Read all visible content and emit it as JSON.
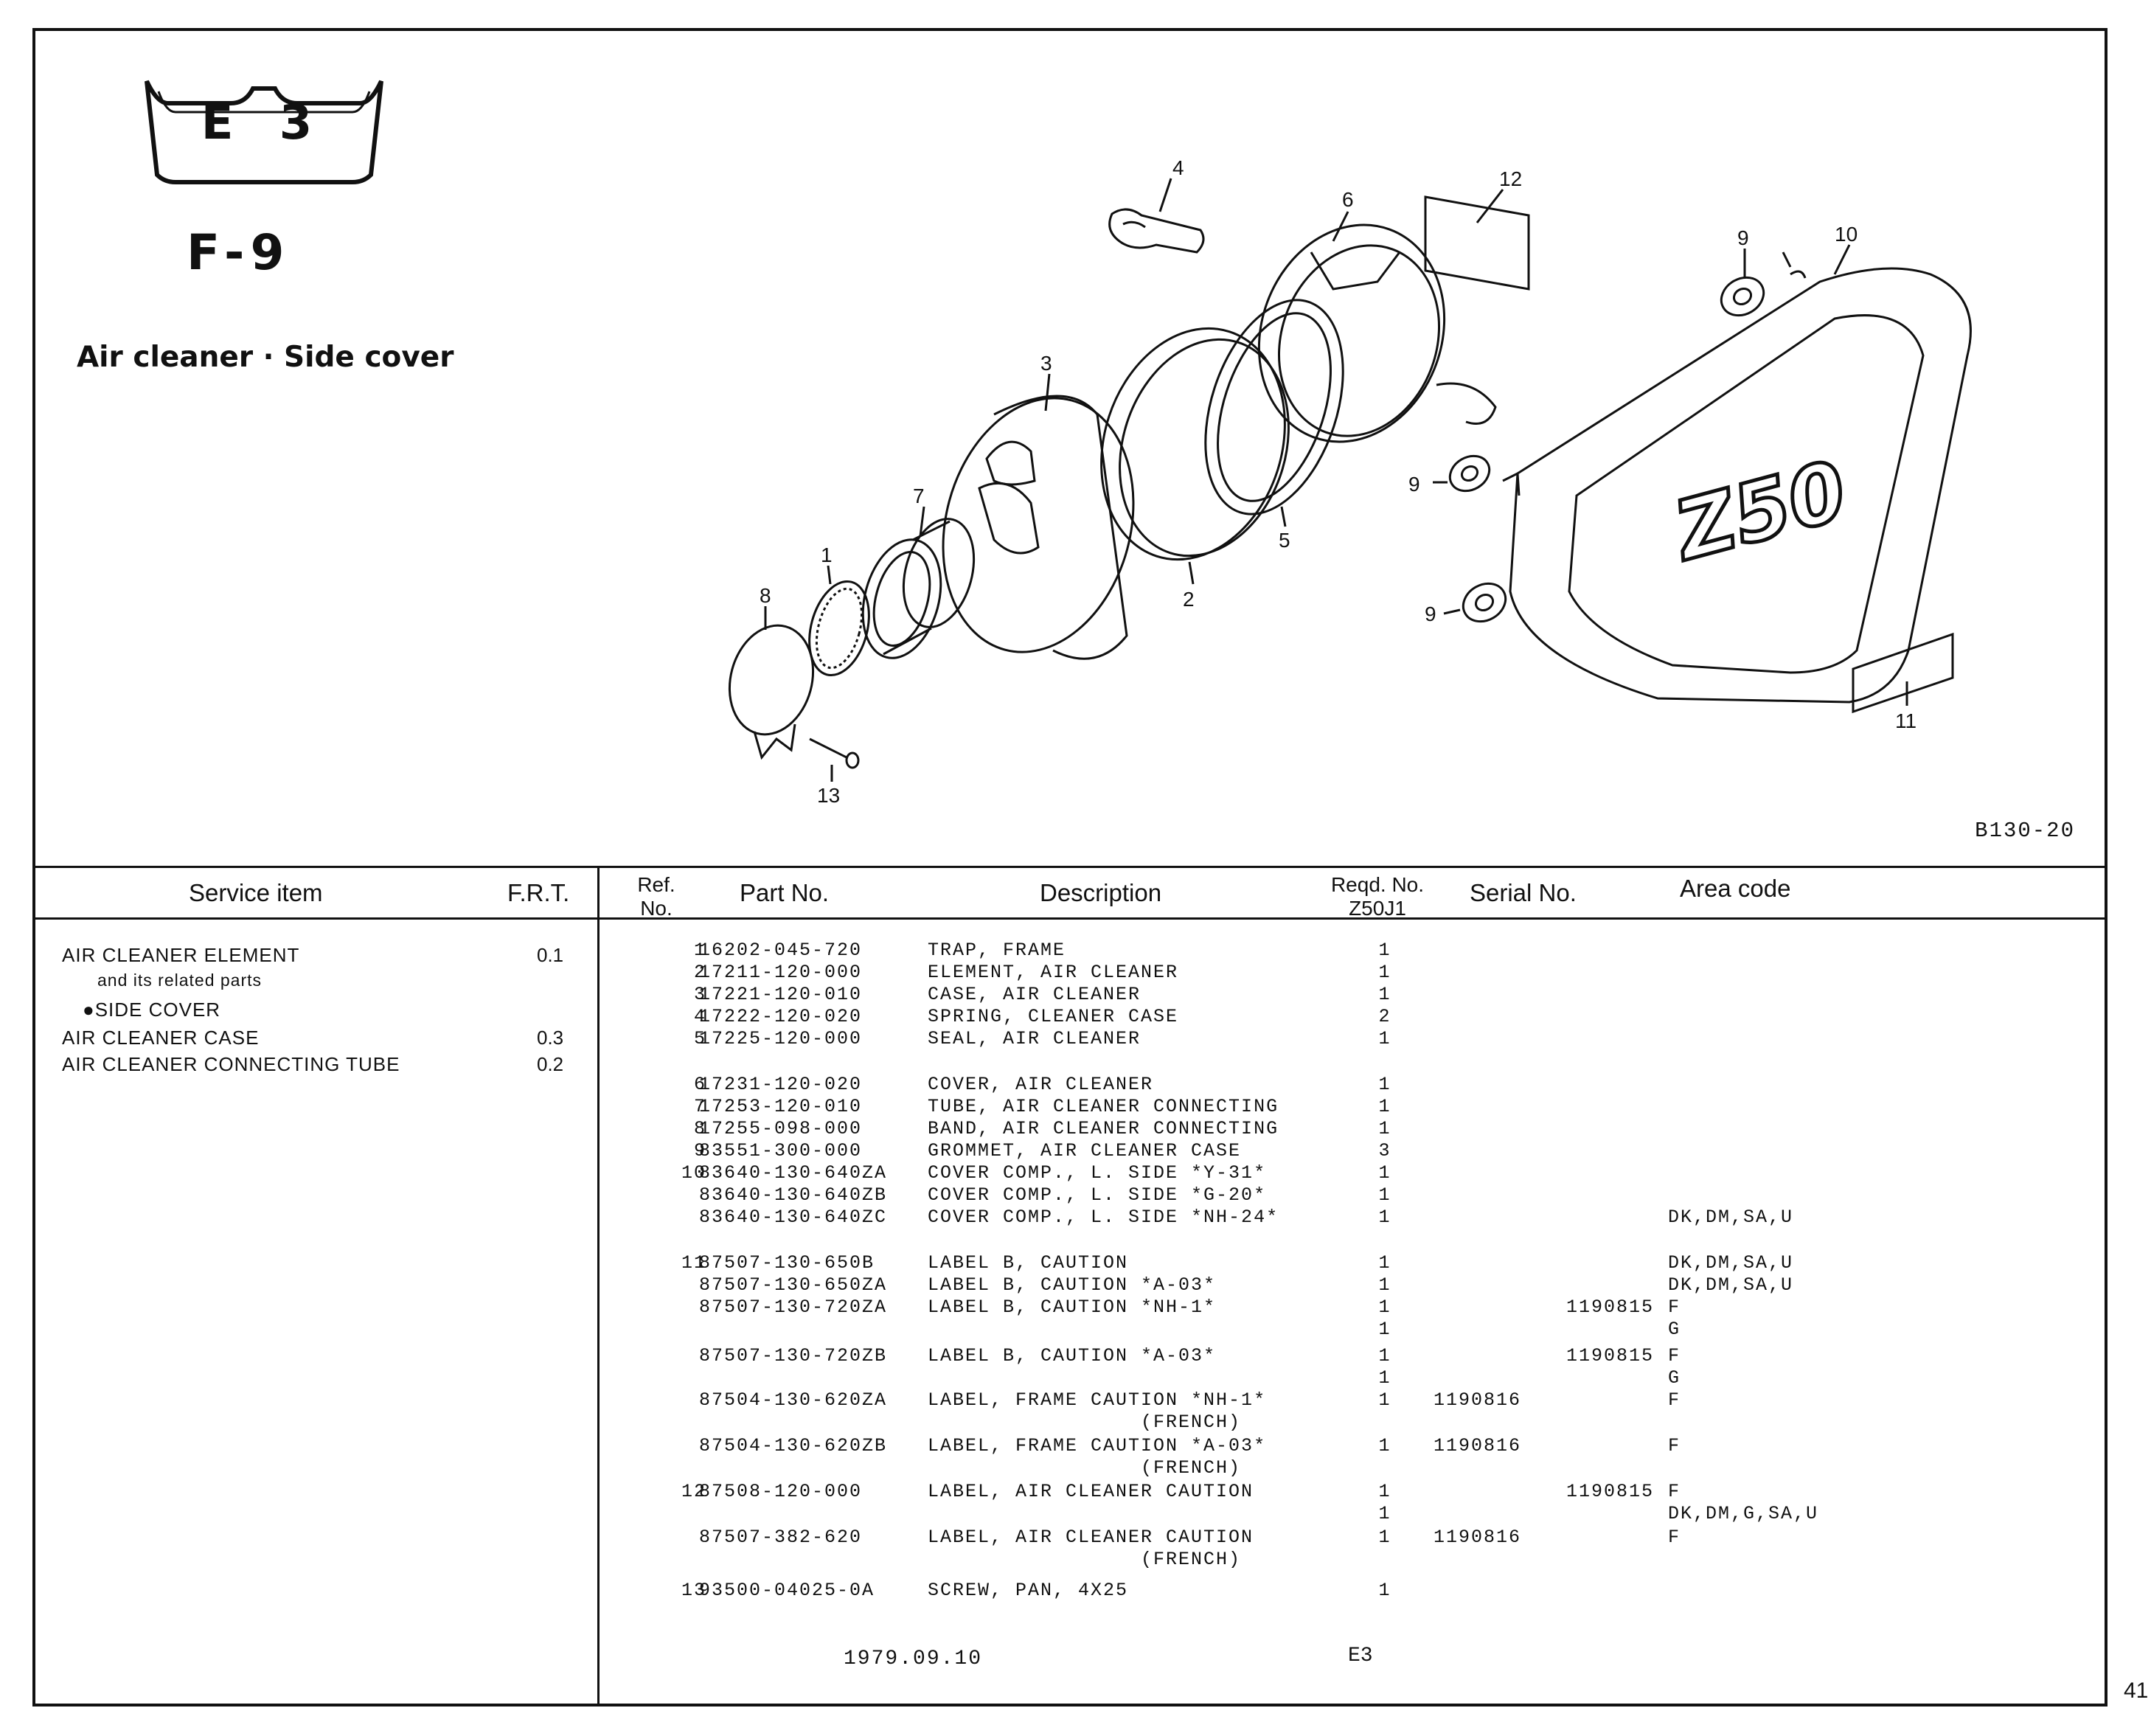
{
  "section": {
    "badge": "E 3",
    "code": "F-9",
    "title": "Air cleaner · Side cover"
  },
  "diagram": {
    "callouts": [
      "4",
      "6",
      "12",
      "9",
      "10",
      "3",
      "9",
      "5",
      "7",
      "1",
      "2",
      "9",
      "8",
      "11",
      "13"
    ],
    "decal_text": "Z50",
    "drawing_code": "B130-20"
  },
  "service_table": {
    "headers": {
      "item": "Service item",
      "frt": "F.R.T."
    },
    "rows": [
      {
        "item": "AIR CLEANER ELEMENT",
        "frt": "0.1"
      },
      {
        "item": "and its related parts",
        "frt": ""
      },
      {
        "item": "●SIDE COVER",
        "frt": ""
      },
      {
        "item": "AIR CLEANER CASE",
        "frt": "0.3"
      },
      {
        "item": "AIR CLEANER CONNECTING TUBE",
        "frt": "0.2"
      }
    ]
  },
  "parts_table": {
    "headers": {
      "ref_top": "Ref.",
      "ref_bottom": "No.",
      "part_no": "Part No.",
      "description": "Description",
      "reqd_top": "Reqd. No.",
      "reqd_bottom": "Z50J1",
      "serial": "Serial No.",
      "area": "Area code"
    },
    "rows": [
      {
        "ref": "1",
        "part": "16202-045-720",
        "desc": "TRAP, FRAME",
        "qty": "1",
        "s1": "",
        "s2": "",
        "area": ""
      },
      {
        "ref": "2",
        "part": "17211-120-000",
        "desc": "ELEMENT, AIR CLEANER",
        "qty": "1",
        "s1": "",
        "s2": "",
        "area": ""
      },
      {
        "ref": "3",
        "part": "17221-120-010",
        "desc": "CASE, AIR CLEANER",
        "qty": "1",
        "s1": "",
        "s2": "",
        "area": ""
      },
      {
        "ref": "4",
        "part": "17222-120-020",
        "desc": "SPRING, CLEANER CASE",
        "qty": "2",
        "s1": "",
        "s2": "",
        "area": ""
      },
      {
        "ref": "5",
        "part": "17225-120-000",
        "desc": "SEAL, AIR CLEANER",
        "qty": "1",
        "s1": "",
        "s2": "",
        "area": ""
      },
      {
        "ref": "6",
        "part": "17231-120-020",
        "desc": "COVER, AIR CLEANER",
        "qty": "1",
        "s1": "",
        "s2": "",
        "area": ""
      },
      {
        "ref": "7",
        "part": "17253-120-010",
        "desc": "TUBE, AIR CLEANER CONNECTING",
        "qty": "1",
        "s1": "",
        "s2": "",
        "area": ""
      },
      {
        "ref": "8",
        "part": "17255-098-000",
        "desc": "BAND, AIR CLEANER CONNECTING",
        "qty": "1",
        "s1": "",
        "s2": "",
        "area": ""
      },
      {
        "ref": "9",
        "part": "83551-300-000",
        "desc": "GROMMET, AIR CLEANER CASE",
        "qty": "3",
        "s1": "",
        "s2": "",
        "area": ""
      },
      {
        "ref": "10",
        "part": "83640-130-640ZA",
        "desc": "COVER COMP., L. SIDE *Y-31*",
        "qty": "1",
        "s1": "",
        "s2": "",
        "area": ""
      },
      {
        "ref": "",
        "part": "83640-130-640ZB",
        "desc": "COVER COMP., L. SIDE *G-20*",
        "qty": "1",
        "s1": "",
        "s2": "",
        "area": ""
      },
      {
        "ref": "",
        "part": "83640-130-640ZC",
        "desc": "COVER COMP., L. SIDE *NH-24*",
        "qty": "1",
        "s1": "",
        "s2": "",
        "area": "DK,DM,SA,U"
      },
      {
        "ref": "11",
        "part": "87507-130-650B",
        "desc": "LABEL B, CAUTION",
        "qty": "1",
        "s1": "",
        "s2": "",
        "area": "DK,DM,SA,U"
      },
      {
        "ref": "",
        "part": "87507-130-650ZA",
        "desc": "LABEL B, CAUTION *A-03*",
        "qty": "1",
        "s1": "",
        "s2": "",
        "area": "DK,DM,SA,U"
      },
      {
        "ref": "",
        "part": "87507-130-720ZA",
        "desc": "LABEL B, CAUTION *NH-1*",
        "qty": "1",
        "s1": "",
        "s2": "1190815",
        "area": "F"
      },
      {
        "ref": "",
        "part": "",
        "desc": "",
        "qty": "1",
        "s1": "",
        "s2": "",
        "area": "G"
      },
      {
        "ref": "",
        "part": "87507-130-720ZB",
        "desc": "LABEL B, CAUTION *A-03*",
        "qty": "1",
        "s1": "",
        "s2": "1190815",
        "area": "F"
      },
      {
        "ref": "",
        "part": "",
        "desc": "",
        "qty": "1",
        "s1": "",
        "s2": "",
        "area": "G"
      },
      {
        "ref": "",
        "part": "87504-130-620ZA",
        "desc": "LABEL, FRAME CAUTION *NH-1*",
        "qty": "1",
        "s1": "1190816",
        "s2": "",
        "area": "F"
      },
      {
        "ref": "",
        "part": "",
        "desc": "                 (FRENCH)",
        "qty": "",
        "s1": "",
        "s2": "",
        "area": ""
      },
      {
        "ref": "",
        "part": "87504-130-620ZB",
        "desc": "LABEL, FRAME CAUTION *A-03*",
        "qty": "1",
        "s1": "1190816",
        "s2": "",
        "area": "F"
      },
      {
        "ref": "",
        "part": "",
        "desc": "                 (FRENCH)",
        "qty": "",
        "s1": "",
        "s2": "",
        "area": ""
      },
      {
        "ref": "12",
        "part": "87508-120-000",
        "desc": "LABEL, AIR CLEANER CAUTION",
        "qty": "1",
        "s1": "",
        "s2": "1190815",
        "area": "F"
      },
      {
        "ref": "",
        "part": "",
        "desc": "",
        "qty": "1",
        "s1": "",
        "s2": "",
        "area": "DK,DM,G,SA,U"
      },
      {
        "ref": "",
        "part": "87507-382-620",
        "desc": "LABEL, AIR CLEANER CAUTION",
        "qty": "1",
        "s1": "1190816",
        "s2": "",
        "area": "F"
      },
      {
        "ref": "",
        "part": "",
        "desc": "                 (FRENCH)",
        "qty": "",
        "s1": "",
        "s2": "",
        "area": ""
      },
      {
        "ref": "13",
        "part": "93500-04025-0A",
        "desc": "SCREW, PAN, 4X25",
        "qty": "1",
        "s1": "",
        "s2": "",
        "area": ""
      }
    ]
  },
  "footer": {
    "date": "1979.09.10",
    "code": "E3",
    "page_number": "41"
  }
}
